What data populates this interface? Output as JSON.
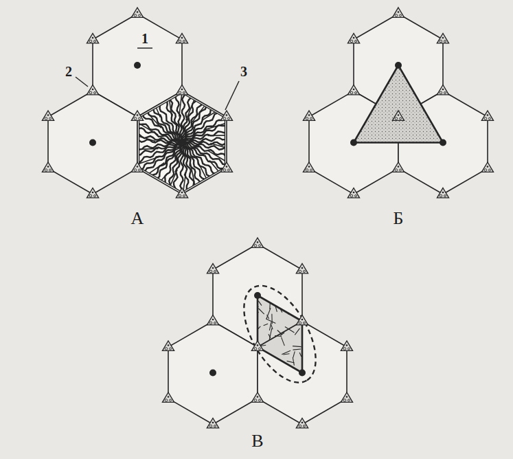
{
  "diagram": {
    "labels": [
      "1",
      "2",
      "3",
      "А",
      "Б",
      "В"
    ]
  }
}
